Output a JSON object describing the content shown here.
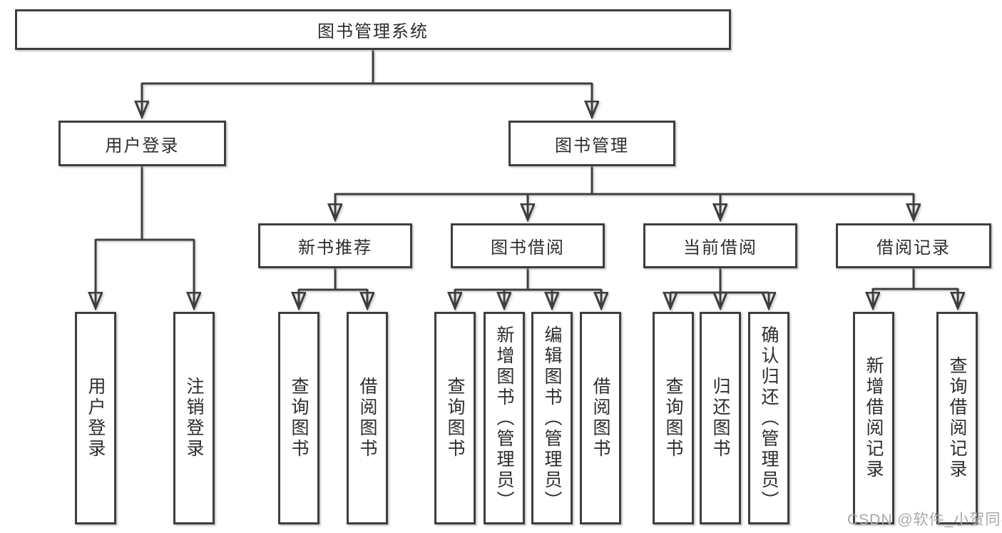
{
  "diagram": {
    "root": {
      "label": "图书管理系统"
    },
    "user_login": {
      "label": "用户登录",
      "children": [
        {
          "label": "用户登录"
        },
        {
          "label": "注销登录"
        }
      ]
    },
    "book_mgmt": {
      "label": "图书管理",
      "sections": [
        {
          "label": "新书推荐",
          "children": [
            {
              "label": "查询图书"
            },
            {
              "label": "借阅图书"
            }
          ]
        },
        {
          "label": "图书借阅",
          "children": [
            {
              "label": "查询图书"
            },
            {
              "label": "新增图书（管理员）"
            },
            {
              "label": "编辑图书（管理员）"
            },
            {
              "label": "借阅图书"
            }
          ]
        },
        {
          "label": "当前借阅",
          "children": [
            {
              "label": "查询图书"
            },
            {
              "label": "归还图书"
            },
            {
              "label": "确认归还（管理员）"
            }
          ]
        },
        {
          "label": "借阅记录",
          "children": [
            {
              "label": "新增借阅记录"
            },
            {
              "label": "查询借阅记录"
            }
          ]
        }
      ]
    }
  },
  "watermark": {
    "text": "CSDN @软件_小贺同学"
  },
  "colors": {
    "line": "#3e3e3e",
    "text": "#2d2d2d",
    "watermark": "#a8a8a8",
    "background": "#ffffff"
  }
}
